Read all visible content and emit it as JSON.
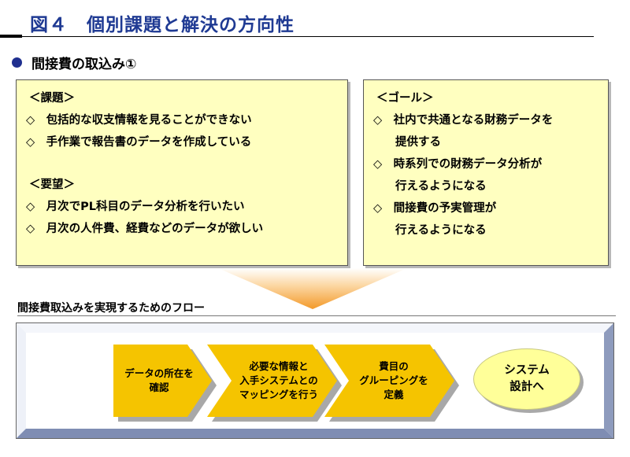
{
  "title": "図４　個別課題と解決の方向性",
  "section_title": "間接費の取込み①",
  "left_panel": {
    "lines": [
      "＜課題＞",
      "◇　包括的な収支情報を見ることができない",
      "◇　手作業で報告書のデータを作成している",
      "＜要望＞",
      "◇　月次でPL科目のデータ分析を行いたい",
      "◇　月次の人件費、経費などのデータが欲しい"
    ]
  },
  "right_panel": {
    "lines": [
      "＜ゴール＞",
      "◇　社内で共通となる財務データを",
      "提供する",
      "◇　時系列での財務データ分析が",
      "行えるようになる",
      "◇　間接費の予実管理が",
      "行えるようになる"
    ]
  },
  "flow_title": "間接費取込みを実現するためのフロー",
  "flow_steps": [
    {
      "lines": [
        "データの所在を",
        "確認"
      ]
    },
    {
      "lines": [
        "必要な情報と",
        "入手システムとの",
        "マッピングを行う"
      ]
    },
    {
      "lines": [
        "費目の",
        "グルーピングを",
        "定義"
      ]
    }
  ],
  "final_step": {
    "lines": [
      "システム",
      "設計へ"
    ]
  },
  "colors": {
    "title": "#1f3a93",
    "bullet": "#1f2f8f",
    "panel_fill": "#ffffc0",
    "chevron_fill": "#f5c400",
    "ellipse_fill": "#ffff99",
    "funnel": "#f39a2a"
  }
}
